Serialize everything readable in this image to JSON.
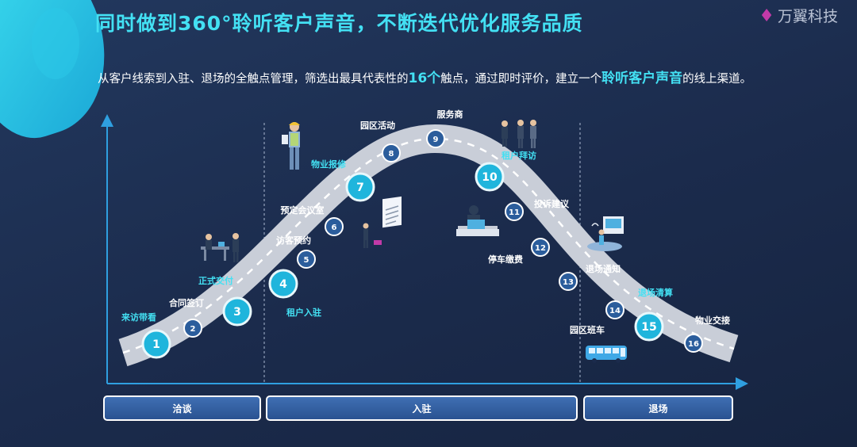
{
  "title": "同时做到360°聆听客户声音，不断迭代优化服务品质",
  "logo_text": "万翼科技",
  "subtitle": {
    "part1": "从客户线索到入驻、退场的全触点管理，筛选出最具代表性的",
    "highlight1": "16个",
    "part2": "触点，通过即时评价，建立一个",
    "highlight2": "聆听客户声音",
    "part3": "的线上渠道。"
  },
  "touchpoints": [
    {
      "n": "1",
      "label": "来访带看"
    },
    {
      "n": "2",
      "label": "合同签订"
    },
    {
      "n": "3",
      "label": "正式交付"
    },
    {
      "n": "4",
      "label": "租户入驻"
    },
    {
      "n": "5",
      "label": "访客预约"
    },
    {
      "n": "6",
      "label": "预定会议室"
    },
    {
      "n": "7",
      "label": "物业报修"
    },
    {
      "n": "8",
      "label": "园区活动"
    },
    {
      "n": "9",
      "label": "服务商"
    },
    {
      "n": "10",
      "label": "租户拜访"
    },
    {
      "n": "11",
      "label": "投诉建议"
    },
    {
      "n": "12",
      "label": "停车缴费"
    },
    {
      "n": "13",
      "label": "退场通知"
    },
    {
      "n": "14",
      "label": "退场清算"
    },
    {
      "n": "15",
      "label": "园区班车"
    },
    {
      "n": "16",
      "label": "物业交接"
    }
  ],
  "phases": {
    "negotiation": "洽谈",
    "stay": "入驻",
    "exit": "退场"
  },
  "colors": {
    "accent": "#43e0f3",
    "highlight_label": "#43e0f3",
    "plain_label": "#ffffff",
    "node_small": "#2b5d9c",
    "node_big": "#1fb5dc"
  }
}
